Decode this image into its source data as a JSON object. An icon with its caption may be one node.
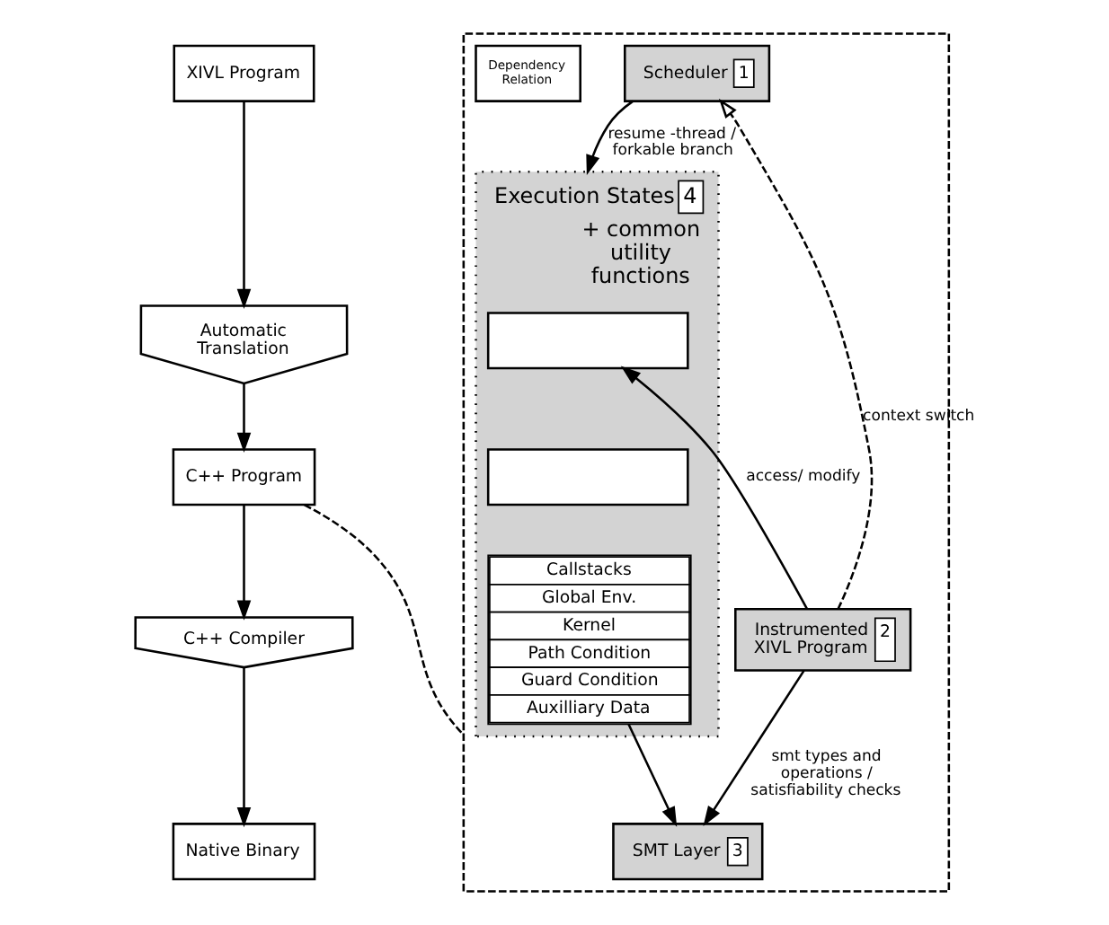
{
  "diagram": {
    "nodes": [
      {
        "text": [
          "XIVL Program"
        ]
      },
      {
        "text": [
          "Automatic Translation"
        ]
      },
      {
        "text": [
          "C++ Program"
        ]
      },
      {
        "text": [
          "C++ Compiler"
        ]
      },
      {
        "text": [
          "Native Binary"
        ]
      },
      {
        "text": [],
        "shape": "box"
      },
      {
        "text": [
          "Scheduler",
          "1"
        ],
        "in": 5
      },
      {
        "text": [
          "Dependency Relation"
        ],
        "in": 5
      },
      {
        "text": [
          "Execution States",
          "4"
        ],
        "beside": [
          "+ common utility functions"
        ],
        "in": 5
      },
      {
        "text": [],
        "shape": "box",
        "in": 8
      },
      {
        "text": [],
        "shape": "box",
        "in": 8
      },
      {
        "text": [
          "Callstacks",
          "Global Env.",
          "Kernel",
          "Path Condition",
          "Guard Condition",
          "Auxilliary Data"
        ],
        "in": 8
      },
      {
        "text": [
          "Instrumented XIVL Program",
          "2"
        ],
        "in": 5
      },
      {
        "text": [
          "SMT Layer",
          "3"
        ],
        "in": 5
      }
    ],
    "edges": [
      {
        "from": 0,
        "to": 1,
        "arrow": "to"
      },
      {
        "from": 1,
        "to": 2,
        "arrow": "to"
      },
      {
        "from": 2,
        "to": 3,
        "arrow": "to"
      },
      {
        "from": 3,
        "to": 4,
        "arrow": "to"
      },
      {
        "from": 2,
        "to": 5,
        "arrow": "none",
        "style": "dashed"
      },
      {
        "from": 12,
        "to": 6,
        "arrow": "to",
        "style": "dashed",
        "label": "context switch"
      },
      {
        "from": 6,
        "to": 8,
        "arrow": "to",
        "label": "resume -thread / forkable branch"
      },
      {
        "from": 12,
        "to": 9,
        "arrow": "to",
        "label": "access/ modify"
      },
      {
        "from": 11,
        "to": 13,
        "arrow": "to"
      },
      {
        "from": 12,
        "to": 13,
        "arrow": "to",
        "label": "smt types and operations / satisfiability checks"
      }
    ]
  }
}
